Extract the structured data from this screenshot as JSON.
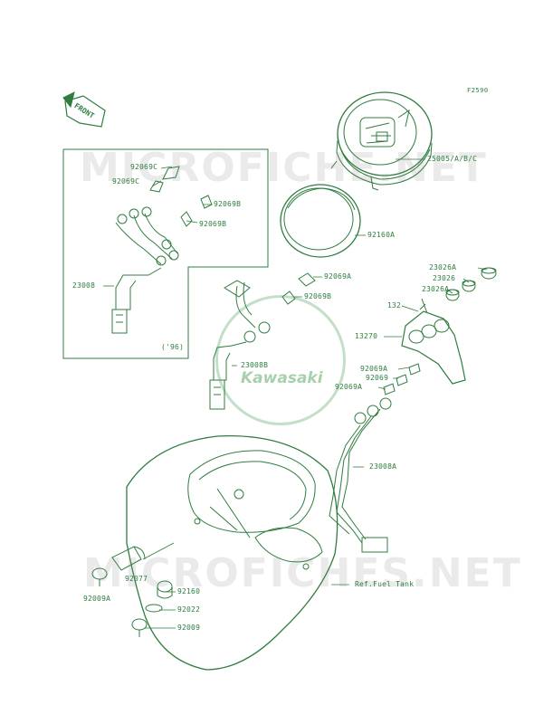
{
  "diagram": {
    "code": "F2590",
    "direction_label": "FRONT",
    "inset_note": "('96)",
    "logo_text": "Kawasaki",
    "watermarks": [
      "MICROFICHE.NET",
      "MICROFICHES.NET"
    ],
    "ref_note": "Ref.Fuel Tank",
    "parts": {
      "p25005": "25005/A/B/C",
      "p92160A": "92160A",
      "p92069C_1": "92069C",
      "p92069C_2": "92069C",
      "p92069B_1": "92069B",
      "p92069B_2": "92069B",
      "p23008": "23008",
      "p92069A_1": "92069A",
      "p92069B_3": "92069B",
      "p23008B": "23008B",
      "p23026A_1": "23026A",
      "p23026": "23026",
      "p23026A_2": "23026A",
      "p132": "132",
      "p13270": "13270",
      "p92069A_2": "92069A",
      "p92069": "92069",
      "p92069A_3": "92069A",
      "p23008A": "23008A",
      "p92077": "92077",
      "p92009A": "92009A",
      "p92160": "92160",
      "p92022": "92022",
      "p92009": "92009"
    }
  }
}
